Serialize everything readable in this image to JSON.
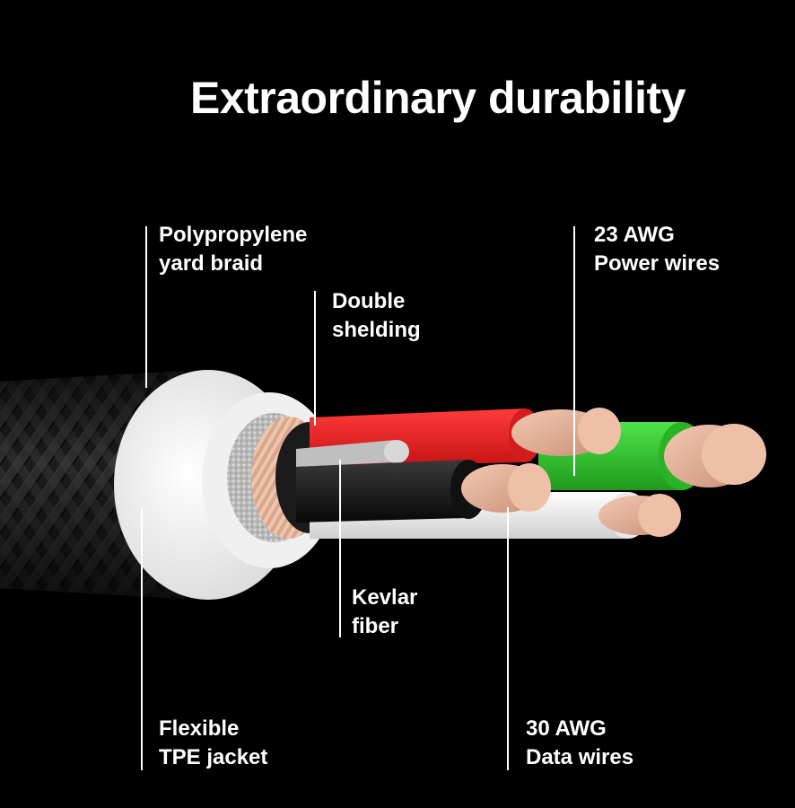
{
  "title": "Extraordinary durability",
  "labels": {
    "braid": {
      "line1": "Polypropylene",
      "line2": "yard braid"
    },
    "shielding": {
      "line1": "Double",
      "line2": "shelding"
    },
    "power": {
      "line1": "23 AWG",
      "line2": "Power wires"
    },
    "kevlar": {
      "line1": "Kevlar",
      "line2": "fiber"
    },
    "jacket": {
      "line1": "Flexible",
      "line2": "TPE jacket"
    },
    "data": {
      "line1": "30 AWG",
      "line2": "Data wires"
    }
  },
  "colors": {
    "background": "#000000",
    "red_wire": "#e41e1e",
    "green_wire": "#2fc12a",
    "black_wire": "#161616",
    "white_wire": "#f2f2f2",
    "copper": "#e4b49c",
    "jacket": "#f4f4f4"
  }
}
